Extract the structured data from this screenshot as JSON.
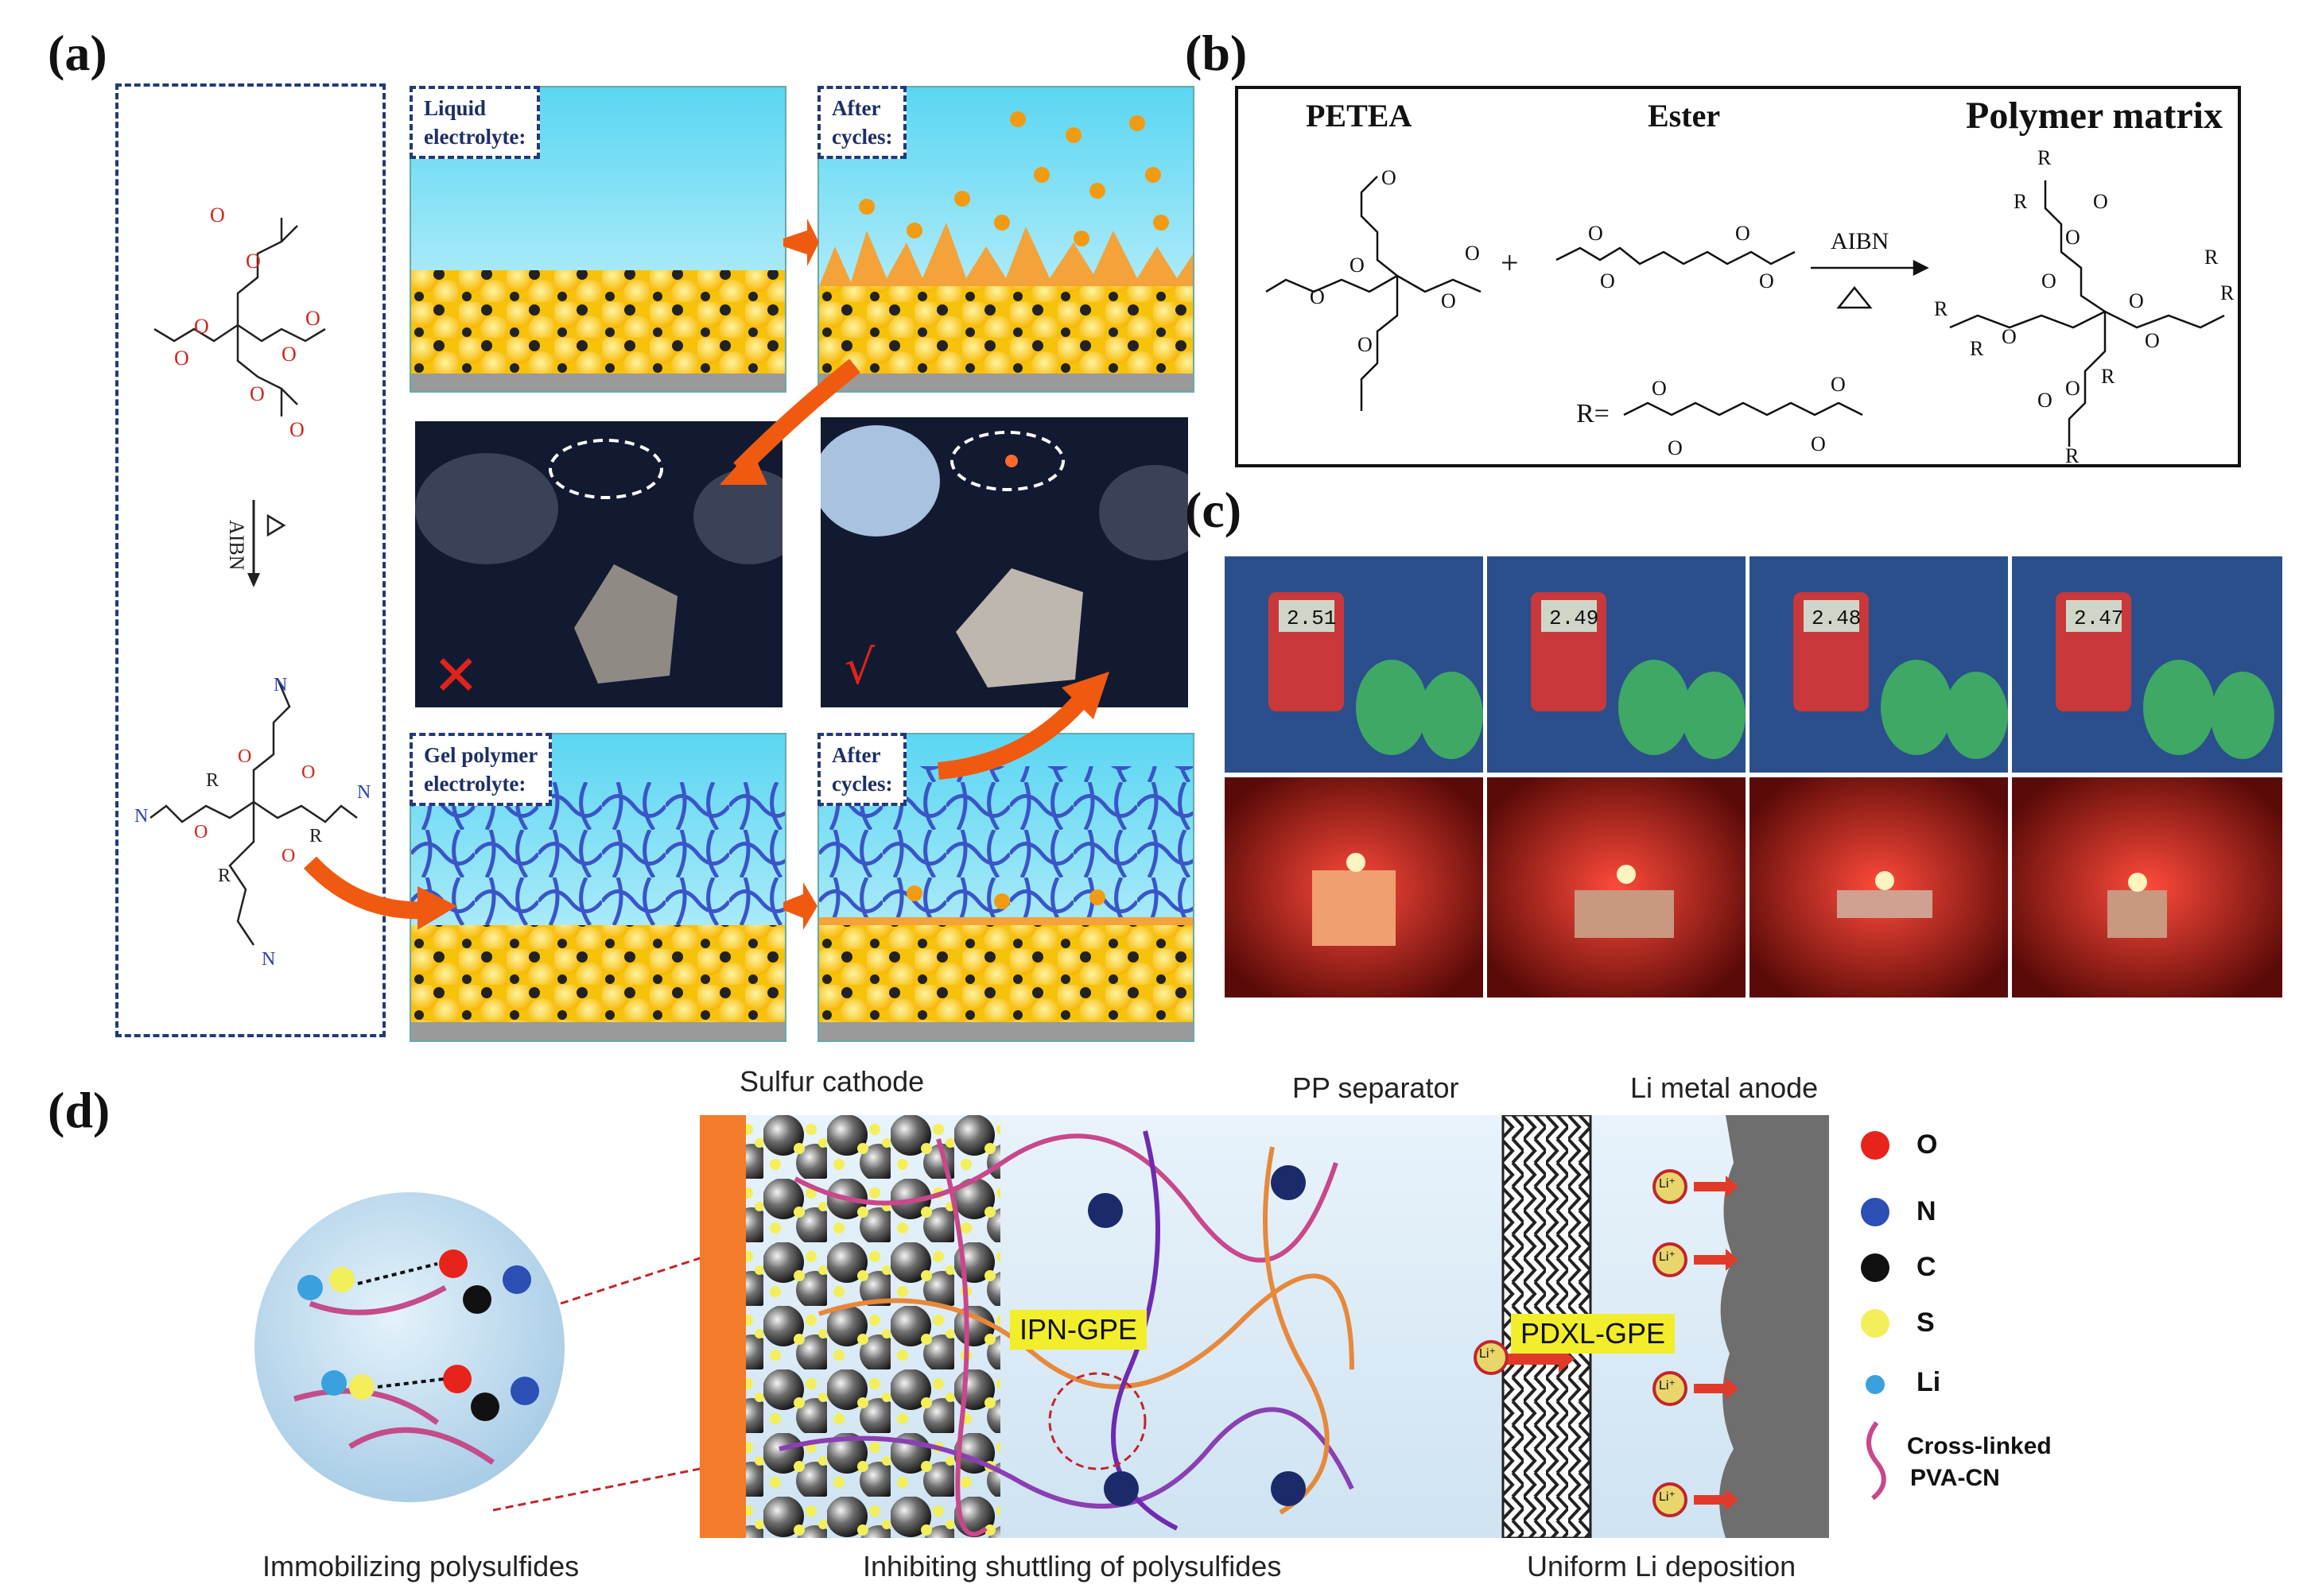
{
  "panel_a": {
    "label": "(a)",
    "initiator": "AIBN",
    "tags": {
      "liquid": [
        "Liquid",
        "electrolyte:"
      ],
      "after_top": [
        "After",
        "cycles:"
      ],
      "gel": [
        "Gel polymer",
        "electrolyte:"
      ],
      "after_bottom": [
        "After",
        "cycles:"
      ]
    },
    "marks": {
      "fail": "✕",
      "pass": "√"
    },
    "colors": {
      "sky": "#5ad6f2",
      "particle": "#f7c800",
      "arrow": "#f05a10",
      "frame": "#233a7a"
    }
  },
  "panel_b": {
    "label": "(b)",
    "names": {
      "monomer": "PETEA",
      "ester": "Ester",
      "product": "Polymer matrix"
    },
    "plus": "+",
    "initiator": "AIBN",
    "r_def": "R="
  },
  "panel_c": {
    "label": "(c)",
    "meter_readings": [
      "2.51",
      "2.49",
      "2.48",
      "2.47"
    ]
  },
  "panel_d": {
    "label": "(d)",
    "top_labels": {
      "cathode": "Sulfur cathode",
      "separator": "PP separator",
      "anode": "Li metal anode"
    },
    "bottom_labels": {
      "left": "Immobilizing polysulfides",
      "middle": "Inhibiting shuttling of polysulfides",
      "right": "Uniform Li deposition"
    },
    "boxes": {
      "ipn": "IPN-GPE",
      "pdxl": "PDXL-GPE"
    },
    "li_ion": "Li⁺",
    "legend": [
      {
        "label": "O",
        "color": "#e8231b"
      },
      {
        "label": "N",
        "color": "#2b4fb4"
      },
      {
        "label": "C",
        "color": "#111111"
      },
      {
        "label": "S",
        "color": "#f3ef5a"
      },
      {
        "label": "Li",
        "color": "#3aa1de"
      }
    ],
    "legend_chain": [
      "Cross-linked",
      "PVA-CN"
    ]
  }
}
